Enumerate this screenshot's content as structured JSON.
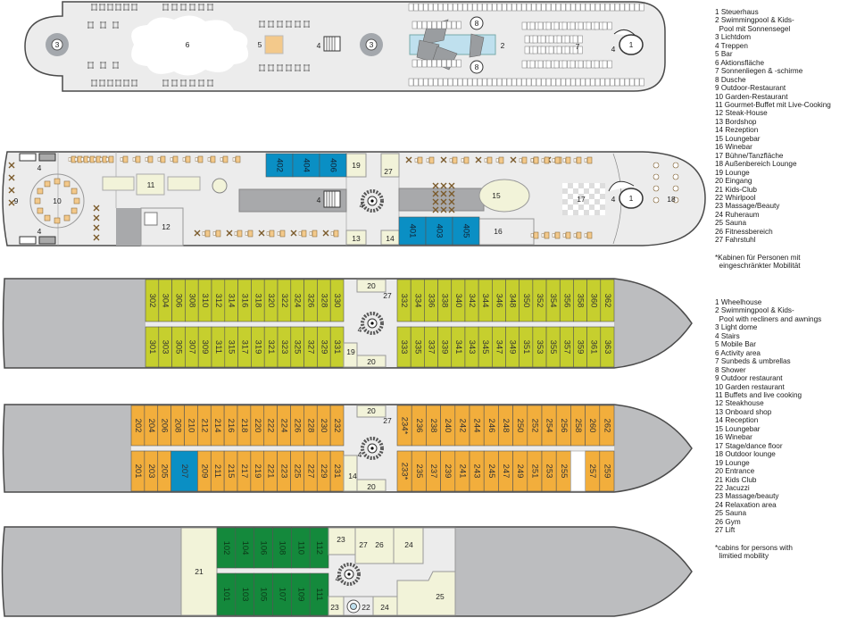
{
  "colors": {
    "hull_grey": "#bcbdbf",
    "deck_floor": "#ececec",
    "outline": "#4a4a4a",
    "cream": "#f2f3d9",
    "blue_cabin": "#0a8fc4",
    "yellow_cabin": "#c6cf2e",
    "orange_cabin": "#f2ae3c",
    "green_cabin": "#14893c",
    "pool": "#bfe0ee",
    "furniture": "#f3c98b"
  },
  "sun_deck": {
    "labels": [
      "3",
      "6",
      "5",
      "4",
      "3",
      "8",
      "8",
      "2",
      "7",
      "4",
      "1"
    ]
  },
  "main_deck": {
    "labels": [
      "4",
      "4",
      "9",
      "10",
      "11",
      "12",
      "4",
      "4",
      "19",
      "27",
      "13",
      "14",
      "15",
      "16",
      "17",
      "4",
      "1",
      "18"
    ],
    "cabins_top": [
      "402",
      "404",
      "406"
    ],
    "cabins_bottom": [
      "401",
      "403",
      "405"
    ]
  },
  "deck_300": {
    "labels": [
      "20",
      "27",
      "4",
      "19",
      "20"
    ],
    "cabins_top_aft": [
      "302",
      "304",
      "306",
      "308",
      "310",
      "312",
      "314",
      "316",
      "318",
      "320",
      "322",
      "324",
      "326",
      "328",
      "330"
    ],
    "cabins_bottom_aft": [
      "301",
      "303",
      "305",
      "307",
      "309",
      "311",
      "315",
      "317",
      "319",
      "321",
      "323",
      "325",
      "327",
      "329",
      "331"
    ],
    "cabins_top_fwd": [
      "332",
      "334",
      "336",
      "338",
      "340",
      "342",
      "344",
      "346",
      "348",
      "350",
      "352",
      "354",
      "356",
      "358",
      "360",
      "362"
    ],
    "cabins_bottom_fwd": [
      "333",
      "335",
      "337",
      "339",
      "341",
      "343",
      "345",
      "347",
      "349",
      "351",
      "353",
      "355",
      "357",
      "359",
      "361",
      "363"
    ]
  },
  "deck_200": {
    "labels": [
      "20",
      "27",
      "4",
      "14",
      "20"
    ],
    "cabins_top_aft": [
      "202",
      "204",
      "206",
      "208",
      "210",
      "212",
      "214",
      "216",
      "218",
      "220",
      "222",
      "224",
      "226",
      "228",
      "230",
      "232"
    ],
    "cabins_bottom_aft": [
      "201",
      "203",
      "205",
      "207",
      "209",
      "211",
      "215",
      "217",
      "219",
      "221",
      "223",
      "225",
      "227",
      "229",
      "231"
    ],
    "cabins_top_fwd": [
      "234*",
      "236",
      "238",
      "240",
      "242",
      "244",
      "246",
      "248",
      "250",
      "252",
      "254",
      "256",
      "258",
      "260",
      "262"
    ],
    "cabins_bottom_fwd": [
      "233*",
      "235",
      "237",
      "239",
      "241",
      "243",
      "245",
      "247",
      "249",
      "251",
      "253",
      "255",
      "257",
      "259"
    ]
  },
  "deck_100": {
    "labels": [
      "21",
      "23",
      "27",
      "26",
      "24",
      "4",
      "23",
      "22",
      "24",
      "25"
    ],
    "cabins_top": [
      "102",
      "104",
      "106",
      "108",
      "110",
      "112"
    ],
    "cabins_bottom": [
      "101",
      "103",
      "105",
      "107",
      "109",
      "111"
    ]
  },
  "legend_de": {
    "items": [
      "1 Steuerhaus",
      "2 Swimmingpool & Kids-",
      "  Pool mit Sonnensegel",
      "3 Lichtdom",
      "4 Treppen",
      "5 Bar",
      "6 Aktionsfläche",
      "7 Sonnenliegen & -schirme",
      "8 Dusche",
      "9 Outdoor-Restaurant",
      "10 Garden-Restaurant",
      "11 Gourmet-Buffet mit Live-Cooking",
      "12 Steak-House",
      "13 Bordshop",
      "14 Rezeption",
      "15 Loungebar",
      "16 Winebar",
      "17 Bühne/Tanzfläche",
      "18 Außenbereich Lounge",
      "19 Lounge",
      "20 Eingang",
      "21 Kids-Club",
      "22 Whirlpool",
      "23 Massage/Beauty",
      "24 Ruheraum",
      "25 Sauna",
      "26 Fitnessbereich",
      "27 Fahrstuhl"
    ],
    "note_1": "*Kabinen für Personen mit",
    "note_2": "  eingeschränkter Mobilität"
  },
  "legend_en": {
    "items": [
      "1  Wheelhouse",
      "2 Swimmingpool & Kids-",
      "  Pool with recliners and awnings",
      "3 Light dome",
      "4 Stairs",
      "5 Mobile Bar",
      "6 Activity area",
      "7 Sunbeds & umbrellas",
      "8 Shower",
      "9 Outdoor restaurant",
      "10 Garden restaurant",
      "11 Buffets and live cooking",
      "12 Steakhouse",
      "13 Onboard shop",
      "14 Reception",
      "15 Loungebar",
      "16 Winebar",
      "17 Stage/dance floor",
      "18 Outdoor lounge",
      "19 Lounge",
      "20 Entrance",
      "21 Kids Club",
      "22 Jacuzzi",
      "23 Massage/beauty",
      "24 Relaxation area",
      "25 Sauna",
      "26 Gym",
      "27 Lift"
    ],
    "note_1": "*cabins for persons with",
    "note_2": "  limitied mobility"
  }
}
